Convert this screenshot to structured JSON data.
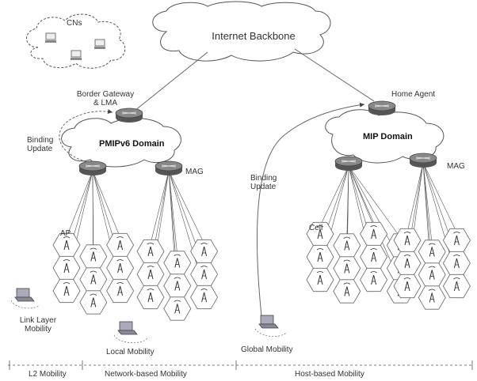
{
  "clouds": {
    "backbone": "Internet Backbone",
    "cns": "CNs",
    "pmip_domain": "PMIPv6 Domain",
    "mip_domain": "MIP Domain"
  },
  "nodes": {
    "border_gateway": "Border Gateway\n& LMA",
    "home_agent": "Home Agent",
    "mag_left": "MAG",
    "mag_right": "MAG",
    "ap": "AP",
    "cell": "Cell"
  },
  "annotations": {
    "binding_update_left": "Binding\nUpdate",
    "binding_update_right": "Binding\nUpdate"
  },
  "terminals": {
    "link_layer": "Link Layer\nMobility",
    "local": "Local Mobility",
    "global": "Global Mobility"
  },
  "scale": {
    "l2": "L2 Mobility",
    "network": "Network-based Mobility",
    "host": "Host-based Mobility"
  }
}
